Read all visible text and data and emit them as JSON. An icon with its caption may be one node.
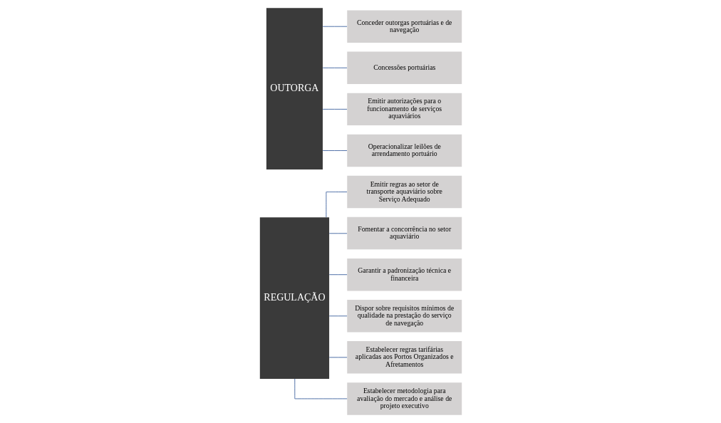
{
  "diagram": {
    "nodes": [
      {
        "text": [
          "REGULAÇÃO"
        ]
      },
      {
        "text": [
          "Emitir regras ao setor de transporte aquaviário sobre Serviço Adequado"
        ]
      },
      {
        "text": [
          "Fomentar a concorrência no setor aquaviário"
        ]
      },
      {
        "text": [
          "Garantir a padronização técnica e financeira"
        ]
      },
      {
        "text": [
          "Dispor sobre requisitos mínimos de qualidade na prestação do serviço de navegação"
        ]
      },
      {
        "text": [
          "Estabelecer regras tarifárias aplicadas aos Portos Organizados e Afretamentos"
        ]
      },
      {
        "text": [
          "Estabelecer metodologia para avaliação do mercado e análise de projeto executivo"
        ]
      },
      {
        "text": [
          "OUTORGA"
        ]
      },
      {
        "text": [
          "Conceder outorgas portuárias e de navegação"
        ]
      },
      {
        "text": [
          "Concessões portuárias"
        ]
      },
      {
        "text": [
          "Emitir autorizações para o funcionamento de serviços aquaviários"
        ]
      },
      {
        "text": [
          "Operacionalizar leilões de arrendamento portuário"
        ]
      }
    ],
    "edges": [
      {
        "from": 0,
        "to": 1,
        "arrow": "none"
      },
      {
        "from": 0,
        "to": 2,
        "arrow": "none"
      },
      {
        "from": 0,
        "to": 3,
        "arrow": "none"
      },
      {
        "from": 0,
        "to": 4,
        "arrow": "none"
      },
      {
        "from": 0,
        "to": 5,
        "arrow": "none"
      },
      {
        "from": 0,
        "to": 6,
        "arrow": "none"
      },
      {
        "from": 7,
        "to": 8,
        "arrow": "none"
      },
      {
        "from": 7,
        "to": 9,
        "arrow": "none"
      },
      {
        "from": 7,
        "to": 10,
        "arrow": "none"
      },
      {
        "from": 7,
        "to": 11,
        "arrow": "none"
      }
    ]
  }
}
